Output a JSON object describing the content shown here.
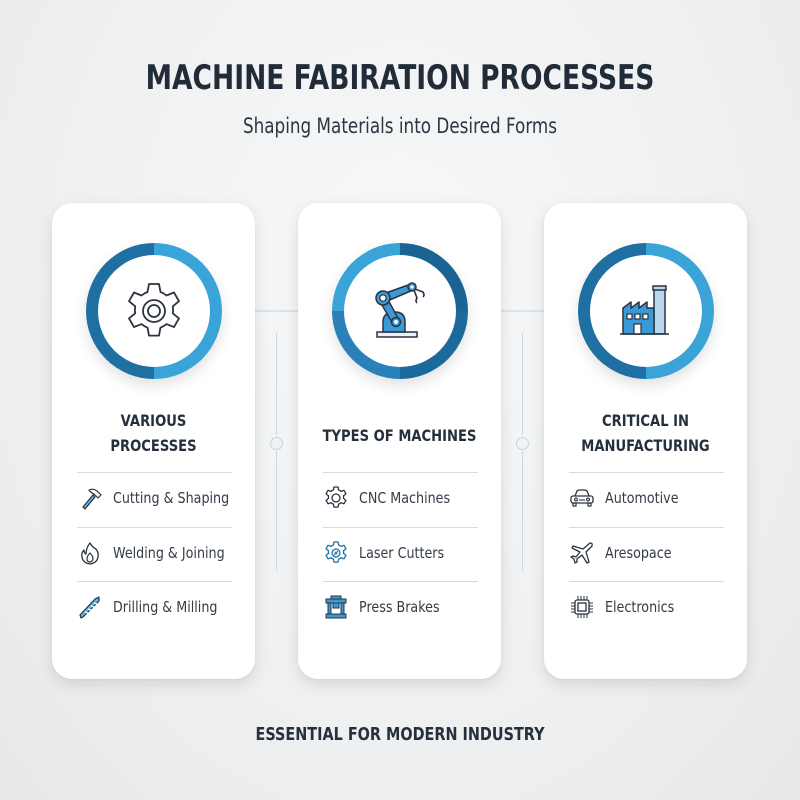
{
  "header": {
    "title": "MACHINE FABIRATION PROCESSES",
    "subtitle": "Shaping Materials into Desired Forms"
  },
  "colors": {
    "ring_dark": "#1f6fa3",
    "ring_light": "#3aa3d8",
    "icon_blue": "#3b9ad6",
    "text_dark": "#26303d",
    "divider": "#cfdbe5",
    "connector": "#ccd6e0"
  },
  "cards": [
    {
      "icon": "gear-icon",
      "heading_line1": "VARIOUS",
      "heading_line2": "PROCESSES",
      "items": [
        {
          "icon": "hammer-icon",
          "label": "Cutting & Shaping"
        },
        {
          "icon": "flame-icon",
          "label": "Welding & Joining"
        },
        {
          "icon": "drill-bit-icon",
          "label": "Drilling & Milling"
        }
      ]
    },
    {
      "icon": "robot-arm-icon",
      "heading_line1": "TYPES OF MACHINES",
      "heading_line2": "",
      "items": [
        {
          "icon": "cog-icon",
          "label": "CNC Machines"
        },
        {
          "icon": "laser-cog-icon",
          "label": "Laser Cutters"
        },
        {
          "icon": "press-icon",
          "label": "Press Brakes"
        }
      ]
    },
    {
      "icon": "factory-icon",
      "heading_line1": "CRITICAL IN",
      "heading_line2": "MANUFACTURING",
      "items": [
        {
          "icon": "car-icon",
          "label": "Automotive"
        },
        {
          "icon": "airplane-icon",
          "label": "Aresopace"
        },
        {
          "icon": "chip-icon",
          "label": "Electronics"
        }
      ]
    }
  ],
  "footer": {
    "tagline": "ESSENTIAL FOR MODERN INDUSTRY"
  }
}
